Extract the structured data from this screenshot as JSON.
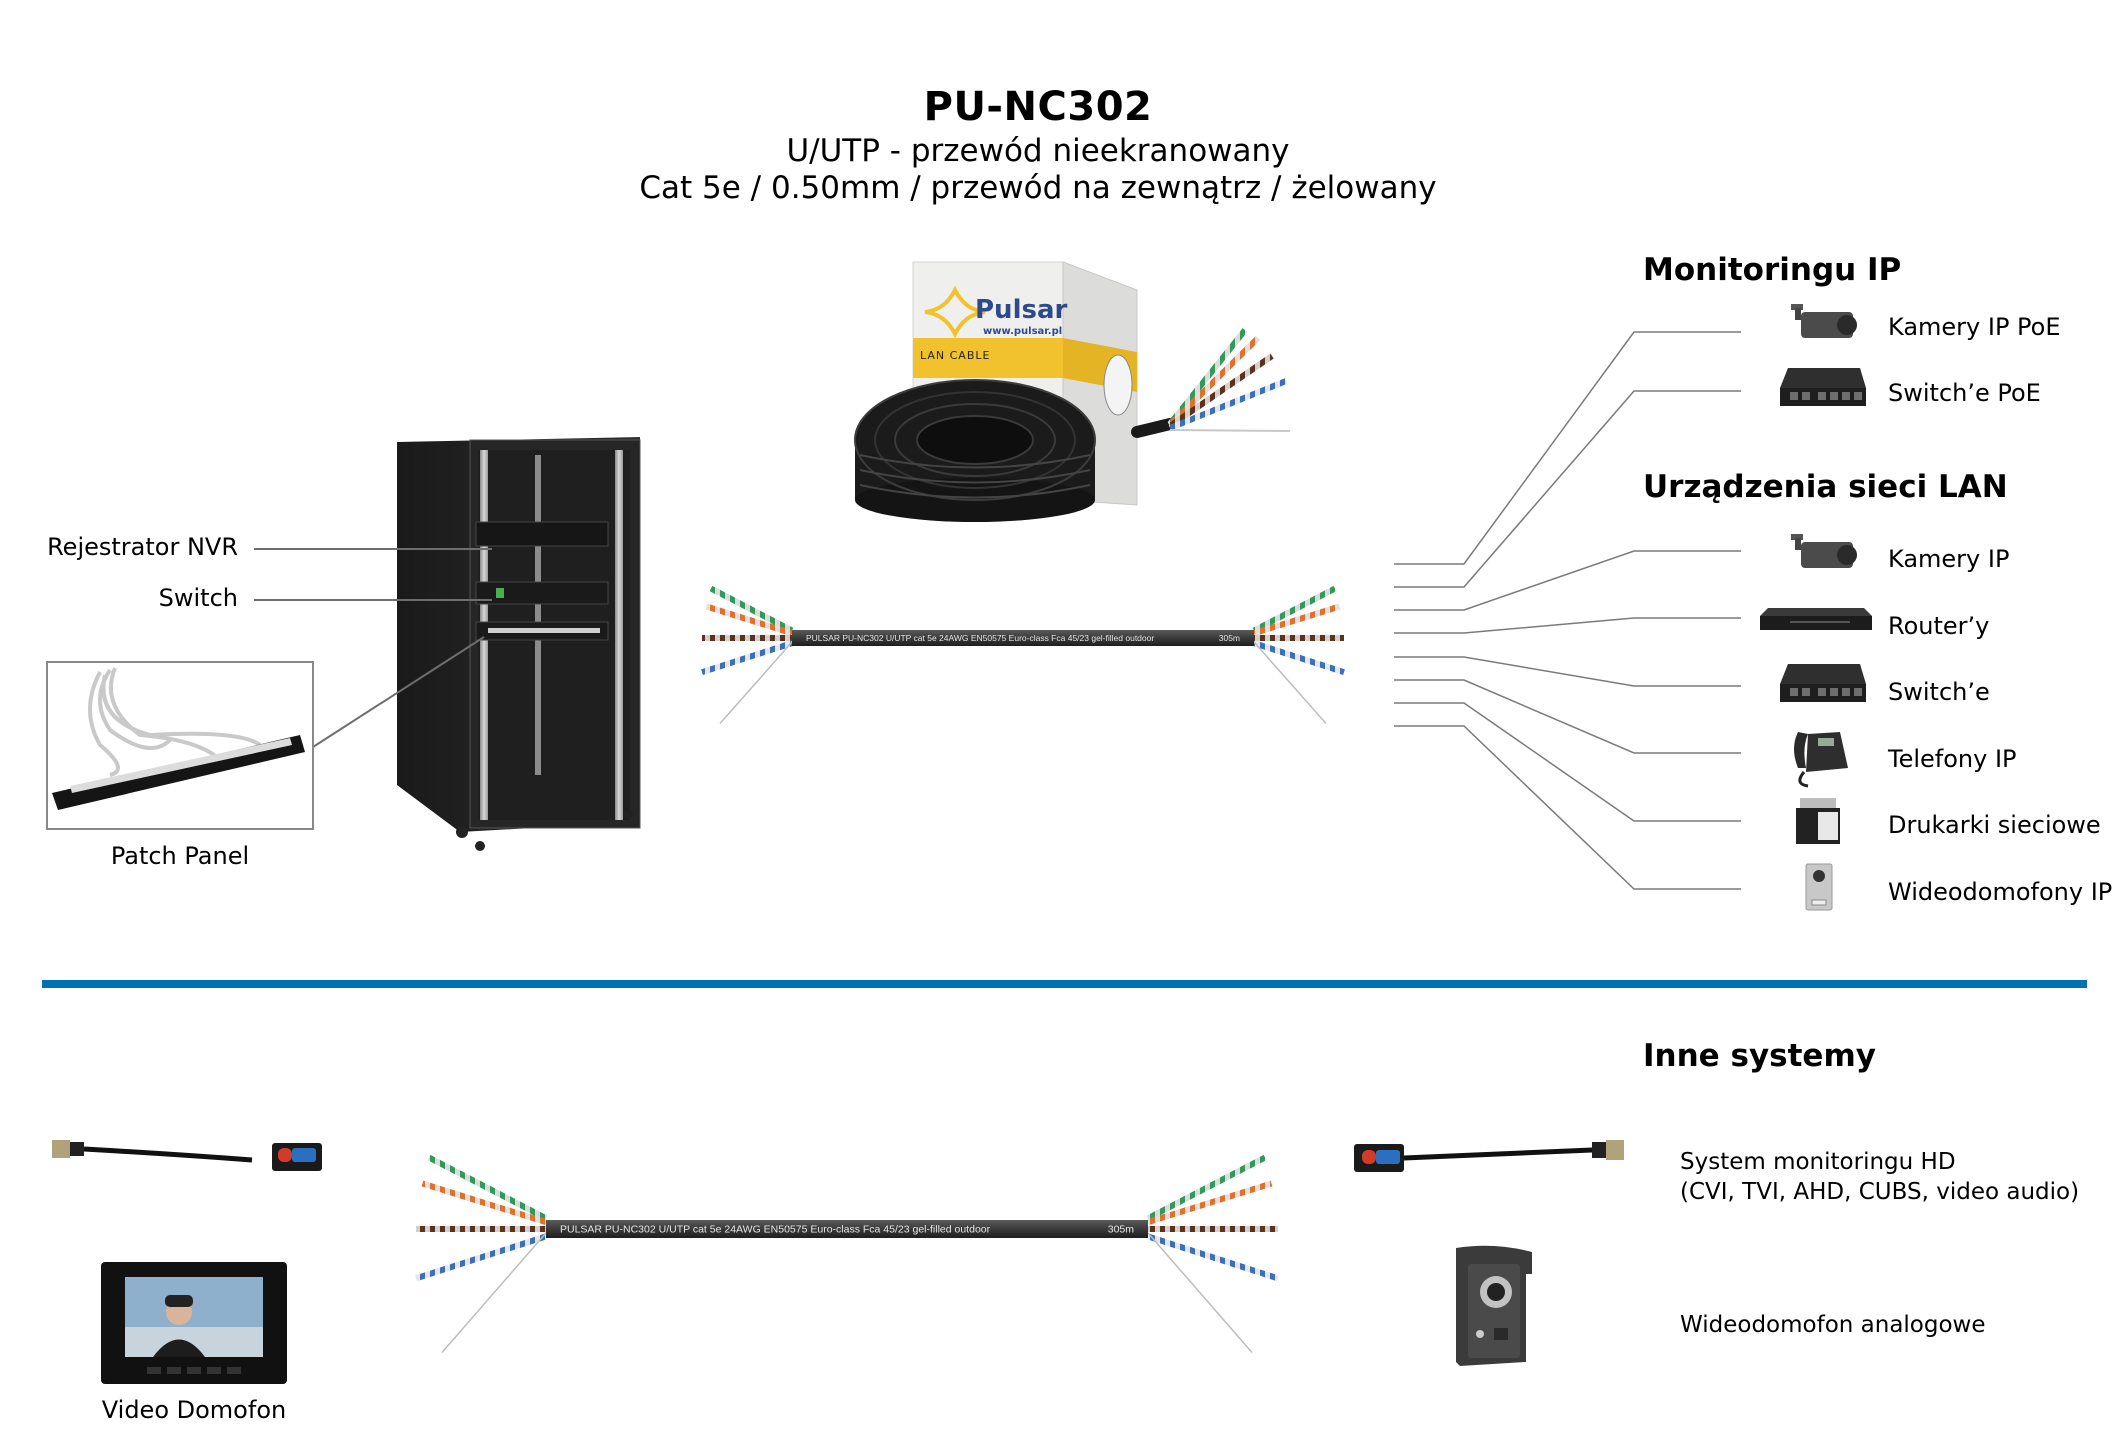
{
  "header": {
    "product_code": "PU-NC302",
    "subtitle": "U/UTP - przewód nieekranowany",
    "spec_line": "Cat 5e / 0.50mm / przewód na zewnątrz / żelowany"
  },
  "product_box": {
    "brand": "Pulsar",
    "website": "www.pulsar.pl",
    "box_label": "LAN CABLE"
  },
  "cable_jacket_print": {
    "brand": "PULSAR",
    "model": "PU-NC302",
    "type": "U/UTP",
    "category": "cat 5e",
    "gauge": "24AWG",
    "standard": "EN50575",
    "euro_class": "Euro-class",
    "fire_class": "Fca",
    "batch": "45/23",
    "fill": "gel-filled",
    "usage": "outdoor",
    "length": "305m"
  },
  "rack": {
    "labels": [
      {
        "text": "Rejestrator NVR",
        "icon": "nvr-recorder-icon"
      },
      {
        "text": "Switch",
        "icon": "rack-switch-icon"
      }
    ],
    "patch_panel_label": "Patch Panel"
  },
  "sections": {
    "monitoring_ip": {
      "heading": "Monitoringu IP",
      "items": [
        {
          "text": "Kamery IP PoE",
          "icon": "ip-camera-icon"
        },
        {
          "text": "Switch’e PoE",
          "icon": "poe-switch-icon"
        }
      ]
    },
    "lan_devices": {
      "heading": "Urządzenia sieci LAN",
      "items": [
        {
          "text": "Kamery IP",
          "icon": "ip-camera-icon"
        },
        {
          "text": "Router’y",
          "icon": "router-icon"
        },
        {
          "text": "Switch’e",
          "icon": "switch-icon"
        },
        {
          "text": "Telefony IP",
          "icon": "ip-phone-icon"
        },
        {
          "text": "Drukarki sieciowe",
          "icon": "network-printer-icon"
        },
        {
          "text": "Wideodomofony IP",
          "icon": "ip-door-station-icon"
        }
      ]
    },
    "other_systems": {
      "heading": "Inne systemy",
      "items": [
        {
          "line1": "System monitoringu HD",
          "line2": "(CVI, TVI, AHD, CUBS, video audio)",
          "icon": "video-balun-icon"
        },
        {
          "line1": "Wideodomofon analogowe",
          "icon": "analog-door-station-icon"
        }
      ],
      "left_label": "Video Domofon"
    }
  },
  "colors": {
    "divider": "#0071b1",
    "leader_line": "#7a7a7a",
    "cable_jacket": "#3b3b3b",
    "pair_green": "#2f9a5a",
    "pair_orange": "#e0702a",
    "pair_brown": "#5a3320",
    "pair_blue": "#3a70b8",
    "box_yellow": "#f2c12e",
    "brand_blue": "#2d4a8c"
  }
}
